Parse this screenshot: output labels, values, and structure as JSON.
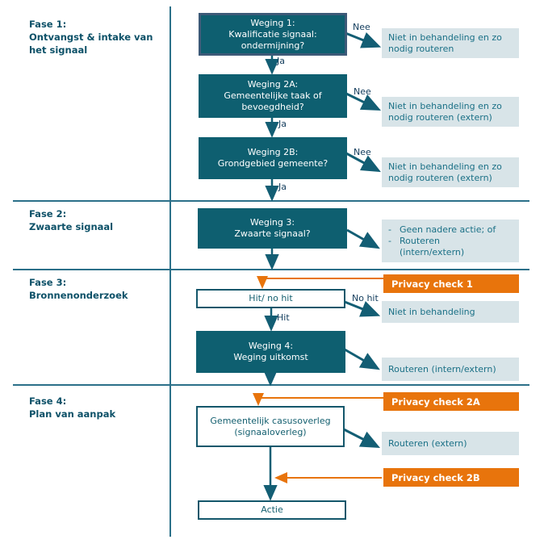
{
  "colors": {
    "teal_box_fill": "#0e5f70",
    "weging1_border": "#3d5a78",
    "white_box_border": "#14576b",
    "light_box_bg": "#d8e4e8",
    "light_box_text": "#1a7086",
    "orange": "#e8740c",
    "line_teal": "#135e74",
    "phase_text": "#0d5168"
  },
  "phases": [
    {
      "label": "Fase 1:\nOntvangst & intake van\nhet signaal"
    },
    {
      "label": "Fase 2:\nZwaarte signaal"
    },
    {
      "label": "Fase 3:\nBronnenonderzoek"
    },
    {
      "label": "Fase 4:\nPlan van aanpak"
    }
  ],
  "nodes": {
    "weging1": "Weging 1:\nKwalificatie signaal:\nondermijning?",
    "weging2a": "Weging 2A:\nGemeentelijke taak of\nbevoegdheid?",
    "weging2b": "Weging 2B:\nGrondgebied gemeente?",
    "weging3": "Weging 3:\nZwaarte signaal?",
    "hit_no_hit": "Hit/ no hit",
    "weging4": "Weging 4:\nWeging uitkomst",
    "casusoverleg": "Gemeentelijk casusoverleg\n(signaaloverleg)",
    "actie": "Actie"
  },
  "outcomes": {
    "o1": "Niet in behandeling en zo nodig routeren",
    "o2": "Niet in behandeling en zo nodig routeren (extern)",
    "o3": "Niet in behandeling en zo nodig routeren (extern)",
    "o4_bullet": "-",
    "o4_items": [
      "Geen nadere actie; of",
      "Routeren\n(intern/extern)"
    ],
    "o5": "Niet in behandeling",
    "o6": "Routeren (intern/extern)",
    "o7": "Routeren (extern)"
  },
  "privacy_checks": {
    "check1": "Privacy check 1",
    "check2a": "Privacy check 2A",
    "check2b": "Privacy check 2B"
  },
  "edge_labels": {
    "ja": "Ja",
    "nee": "Nee",
    "hit": "Hit",
    "no_hit": "No hit"
  }
}
